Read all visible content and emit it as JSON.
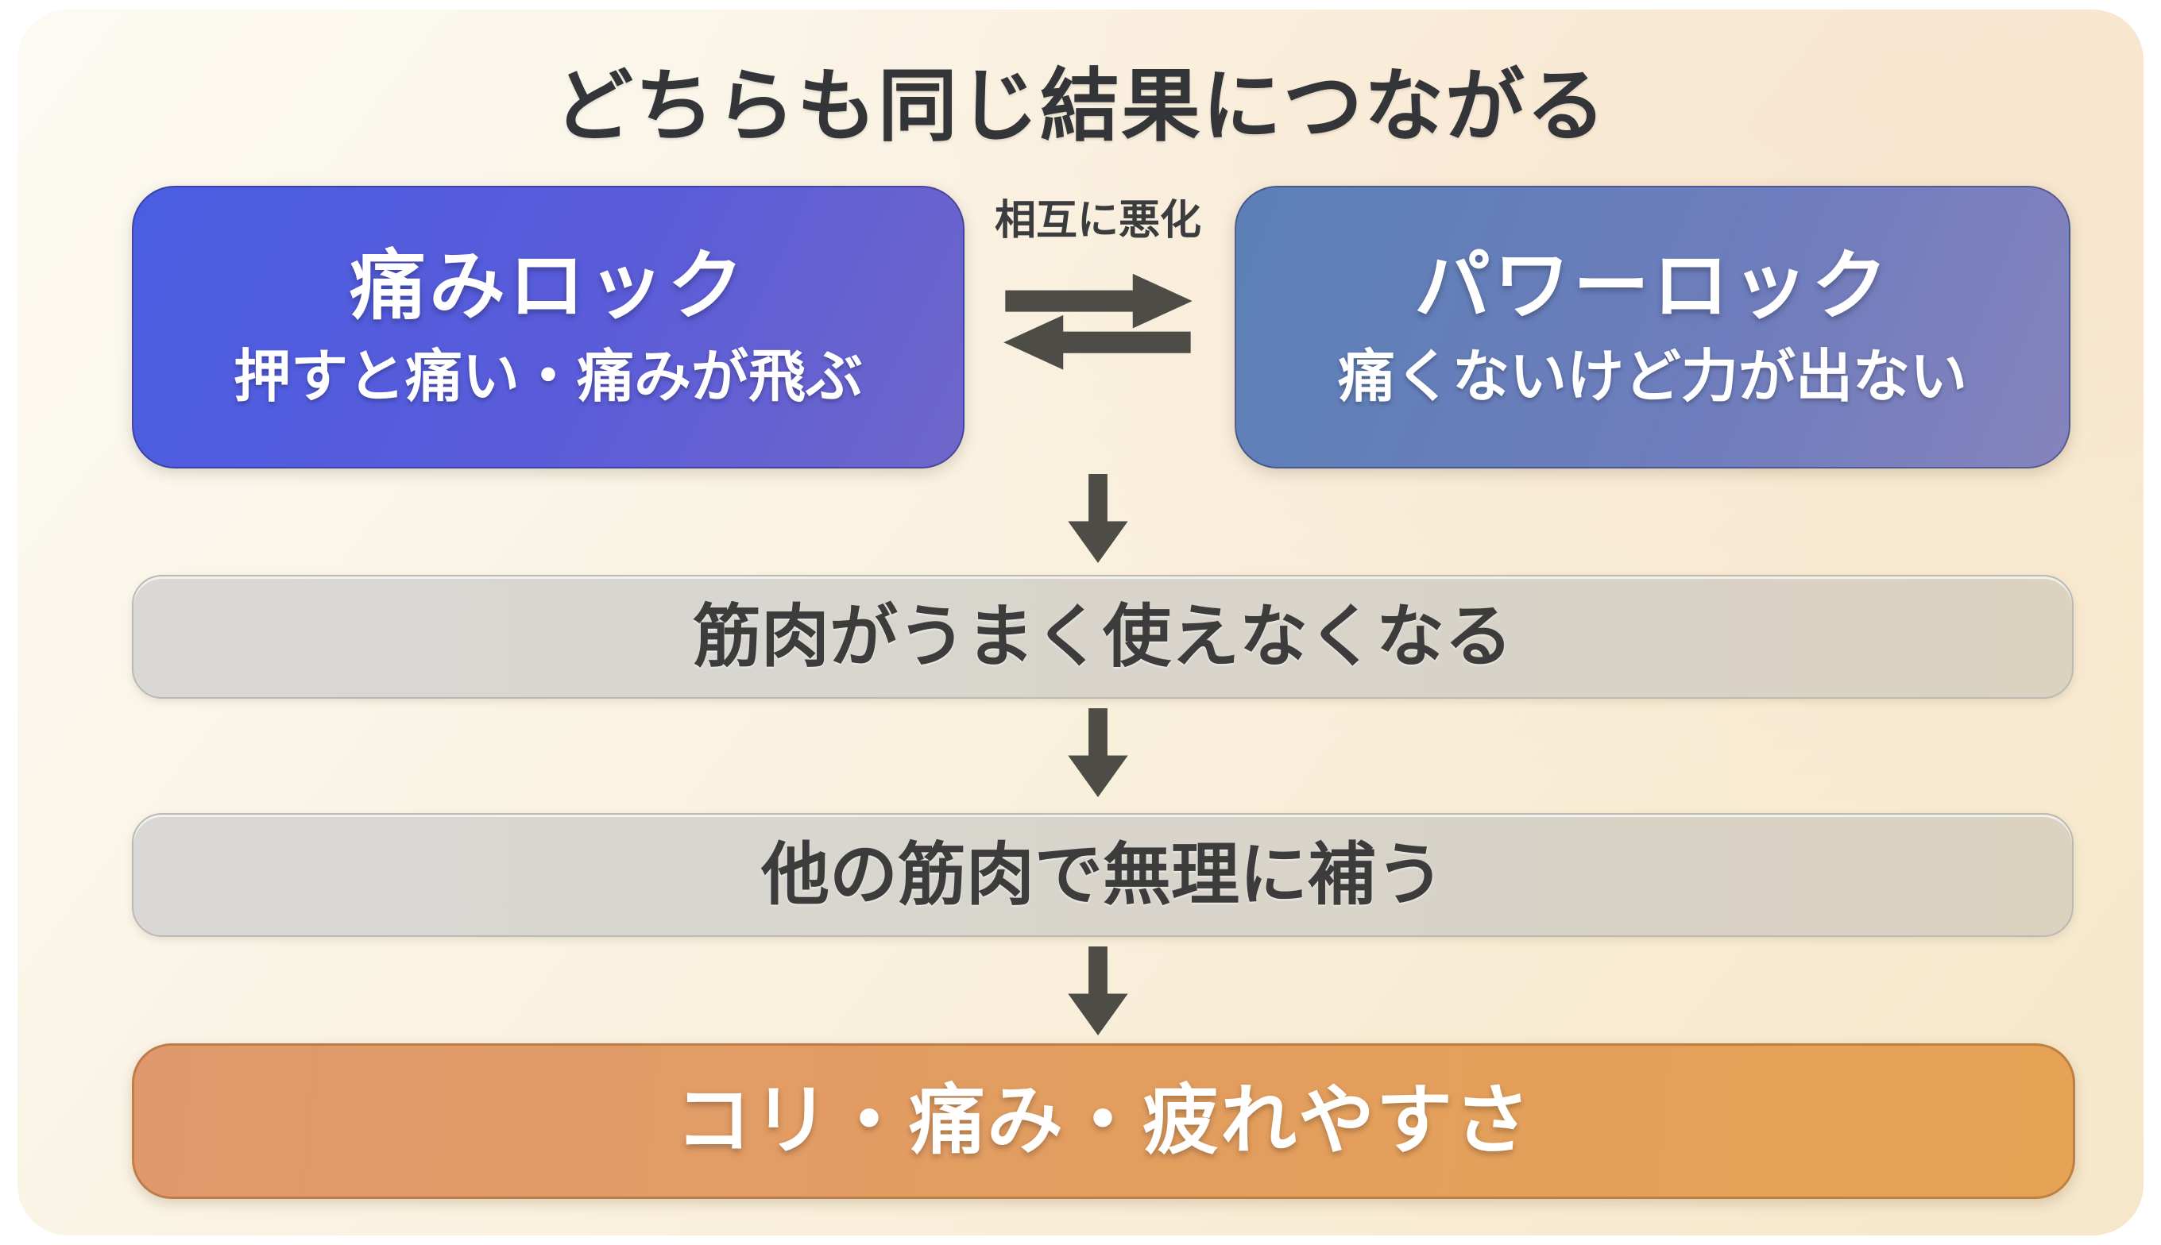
{
  "page": {
    "title": "どちらも同じ結果につながる"
  },
  "top_row": {
    "pain_lock": {
      "title": "痛みロック",
      "subtitle": "押すと痛い・痛みが飛ぶ"
    },
    "power_lock": {
      "title": "パワーロック",
      "subtitle": "痛くないけど力が出ない"
    },
    "mutual_label": "相互に悪化"
  },
  "flow": {
    "step1": "筋肉がうまく使えなくなる",
    "step2": "他の筋肉で無理に補う",
    "result": "コリ・痛み・疲れやすさ"
  },
  "icons": {
    "mutual_arrows": "two-way-horizontal-arrows ⇄",
    "down_arrow": "down-arrow ↓"
  },
  "colors": {
    "background_panel": "#f9f0dd",
    "pain_lock_gradient_start": "#4a5de2",
    "pain_lock_gradient_end": "#6f66ca",
    "power_lock_gradient_start": "#5b80b6",
    "power_lock_gradient_end": "#8583bd",
    "step_gradient_start": "#d9d8d6",
    "step_gradient_end": "#dbd2bf",
    "result_gradient_start": "#e0996d",
    "result_gradient_end": "#e6a355",
    "arrow": "#4e4c47",
    "title_text": "#333538",
    "step_text": "#3c3c3c",
    "node_text": "#ffffff"
  }
}
